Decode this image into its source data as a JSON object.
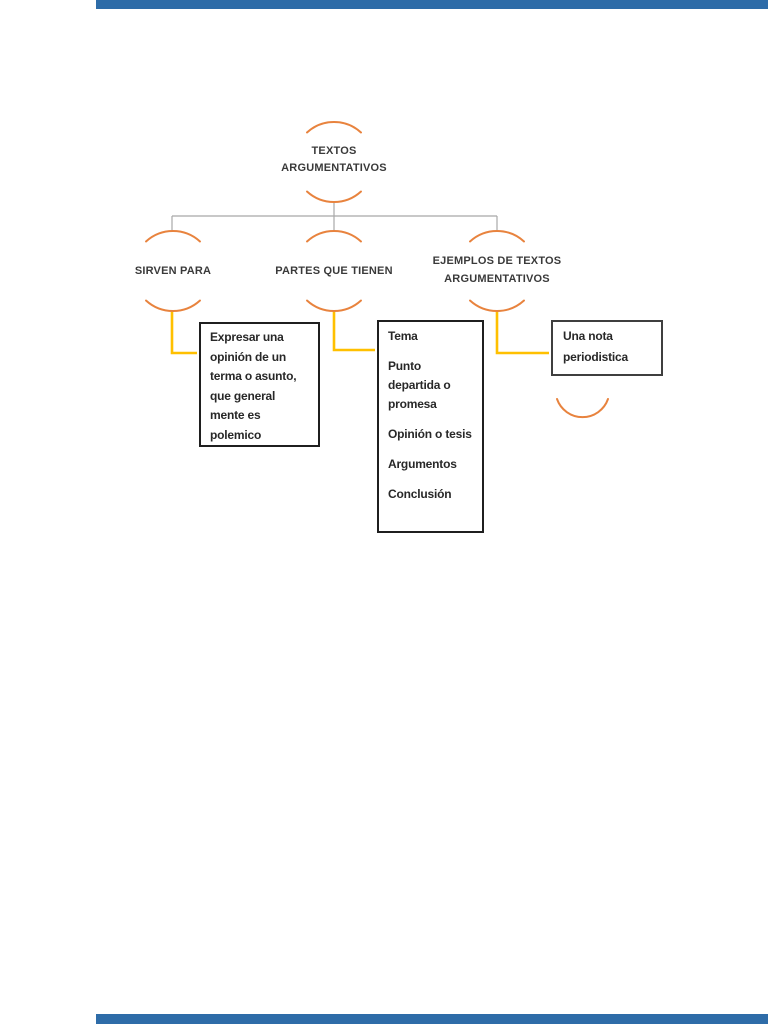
{
  "document": {
    "type": "concept-map",
    "language": "es",
    "page_background": "#ffffff",
    "page_edge_bar_color": "#2e6ca8"
  },
  "colors": {
    "arc_orange": "#e8833e",
    "connector_gray": "#a8a8a8",
    "connector_yellow": "#ffc000",
    "text_dark": "#333333",
    "box_border_black": "#1f1f1f",
    "box_border_gray": "#3f3f3f"
  },
  "root_node": {
    "line1": "TEXTOS",
    "line2": "ARGUMENTATIVOS"
  },
  "branch_nodes": {
    "sirven": {
      "label": "SIRVEN PARA"
    },
    "partes": {
      "label": "PARTES QUE TIENEN"
    },
    "ejemplos": {
      "line1": "EJEMPLOS DE TEXTOS",
      "line2": "ARGUMENTATIVOS"
    }
  },
  "boxes": {
    "sirven_box": {
      "text": "Expresar una opinión de un terma o asunto, que general mente es polemico",
      "lines": [
        "Expresar una",
        "opinión de un",
        "terma o asunto,",
        "que general",
        "mente es",
        "polemico"
      ]
    },
    "partes_box": {
      "items": [
        "Tema",
        "Punto departida o promesa",
        "Opinión o tesis",
        "Argumentos",
        "Conclusión"
      ],
      "lines": [
        "Tema",
        "Punto",
        "departida o",
        "promesa",
        "Opinión o tesis",
        "Argumentos",
        "Conclusión"
      ]
    },
    "ejemplos_box": {
      "text": "Una nota periodistica",
      "lines": [
        "Una nota",
        "periodistica"
      ]
    }
  }
}
